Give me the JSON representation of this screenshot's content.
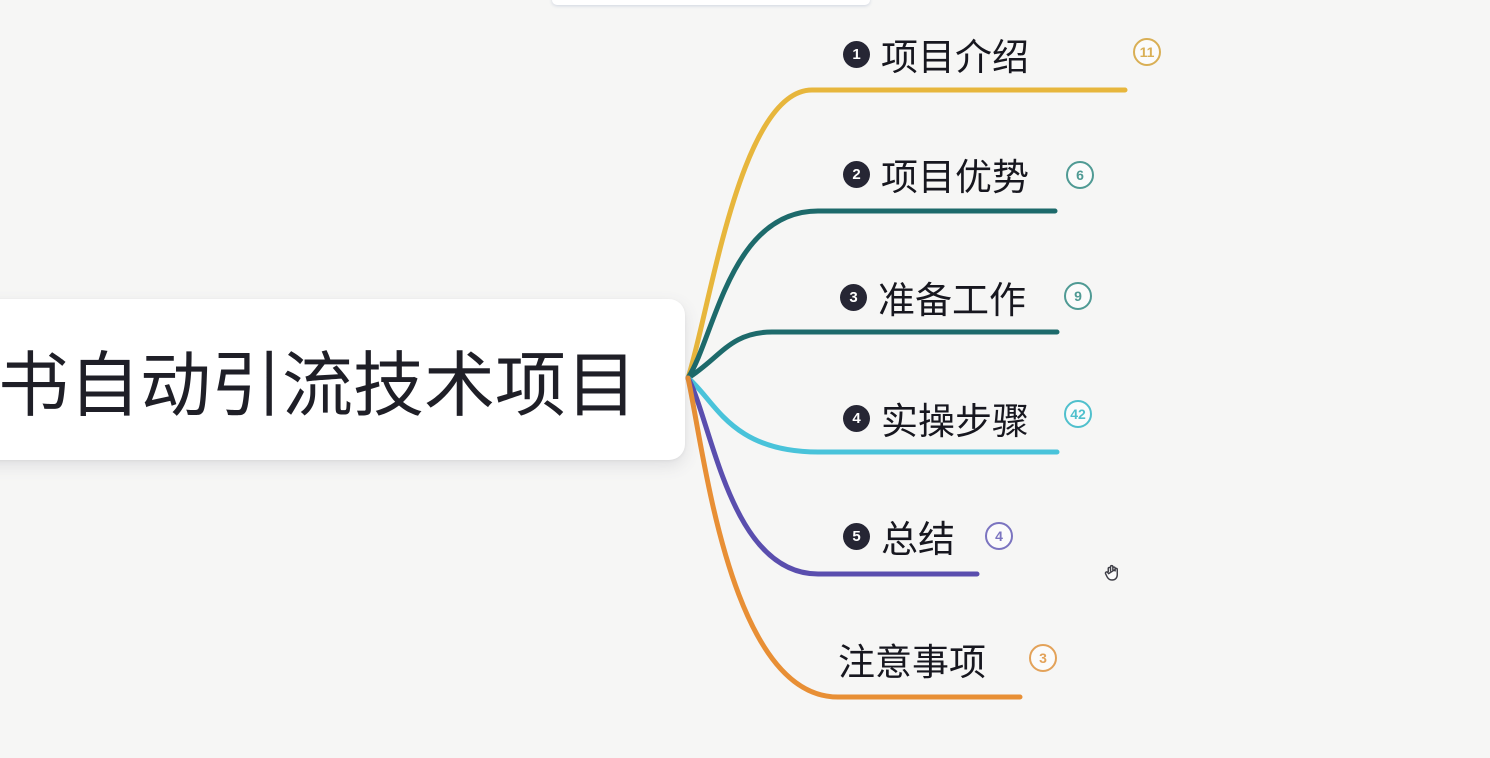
{
  "theme": {
    "background": "#f6f6f5",
    "marker_bg": "#262634",
    "marker_text": "#ffffff",
    "label_color": "#17171f",
    "title_color": "#1f1f27"
  },
  "central": {
    "title": "书自动引流技术项目"
  },
  "branches": [
    {
      "marker": "1",
      "label": "项目介绍",
      "count": "11",
      "line_color": "#e7b63c",
      "badge_color": "#d9af55"
    },
    {
      "marker": "2",
      "label": "项目优势",
      "count": "6",
      "line_color": "#1d6a6b",
      "badge_color": "#4f9a94"
    },
    {
      "marker": "3",
      "label": "准备工作",
      "count": "9",
      "line_color": "#1d6a6b",
      "badge_color": "#4f9a94"
    },
    {
      "marker": "4",
      "label": "实操步骤",
      "count": "42",
      "line_color": "#49c3da",
      "badge_color": "#50c0cd"
    },
    {
      "marker": "5",
      "label": "总结",
      "count": "4",
      "line_color": "#5a4eae",
      "badge_color": "#7b74c0"
    },
    {
      "label": "注意事项",
      "count": "3",
      "line_color": "#e88f35",
      "badge_color": "#e3a259"
    }
  ],
  "cursor": {
    "name": "grab-hand"
  }
}
